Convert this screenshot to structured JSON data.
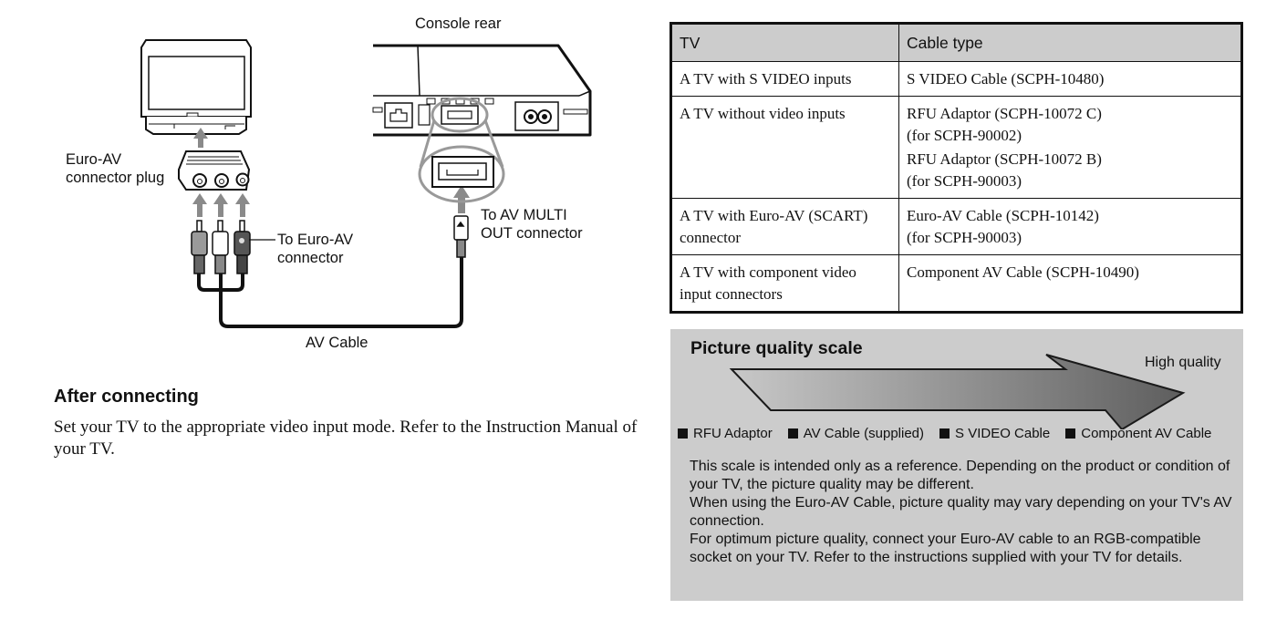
{
  "diagram": {
    "labels": {
      "console_rear": "Console rear",
      "euro_av_plug_line1": "Euro-AV",
      "euro_av_plug_line2": "connector plug",
      "to_euro_av_line1": "To Euro-AV",
      "to_euro_av_line2": "connector",
      "to_av_multi_line1": "To AV MULTI",
      "to_av_multi_line2": "OUT connector",
      "av_cable": "AV Cable"
    }
  },
  "after_connecting": {
    "title": "After connecting",
    "body": "Set your TV to the appropriate video input mode. Refer to the Instruction Manual of your TV."
  },
  "cable_table": {
    "headers": [
      "TV",
      "Cable type"
    ],
    "rows": [
      {
        "tv": "A TV with S VIDEO inputs",
        "cables": [
          {
            "line1": "S VIDEO Cable (SCPH-10480)"
          }
        ]
      },
      {
        "tv": "A TV without video inputs",
        "cables": [
          {
            "line1": "RFU Adaptor (SCPH-10072 C)",
            "line2": "(for SCPH-90002)"
          },
          {
            "line1": "RFU Adaptor (SCPH-10072 B)",
            "line2": "(for SCPH-90003)"
          }
        ]
      },
      {
        "tv": "A TV with Euro-AV (SCART) connector",
        "cables": [
          {
            "line1": "Euro-AV Cable (SCPH-10142)",
            "line2": "(for SCPH-90003)"
          }
        ]
      },
      {
        "tv": "A TV with component video input connectors",
        "cables": [
          {
            "line1": "Component AV Cable (SCPH-10490)"
          }
        ]
      }
    ]
  },
  "quality_scale": {
    "title": "Picture quality scale",
    "high_label": "High quality",
    "legend": [
      "RFU Adaptor",
      "AV Cable (supplied)",
      "S VIDEO Cable",
      "Component AV Cable"
    ],
    "notes": [
      "This scale is intended only as a reference. Depending on the product or condition of your TV, the picture quality may be different.",
      "When using the Euro-AV Cable, picture quality may vary depending on your TV's AV connection.",
      "For optimum picture quality, connect your Euro-AV cable to an RGB-compatible socket on your TV. Refer to the instructions supplied with your TV for details."
    ],
    "colors": {
      "panel": "#cccccc",
      "arrow_start": "#c8c8c8",
      "arrow_end": "#5e5e5e"
    }
  }
}
